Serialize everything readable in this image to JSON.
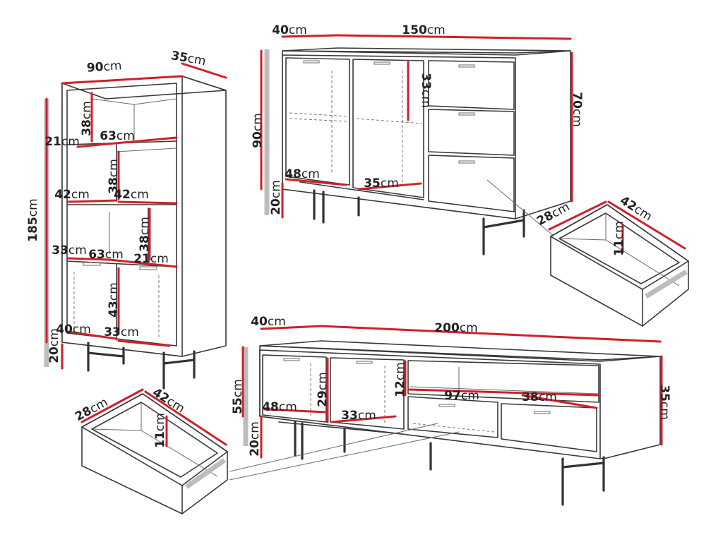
{
  "colors": {
    "dimension_line": "#d0202a",
    "outline": "#3a3a3a"
  },
  "unit": "cm",
  "bookcase": {
    "width": "90",
    "depth": "35",
    "height": "185",
    "legs": "20",
    "top_shelf_height": "38",
    "shelf_depth_left": "21",
    "shelf_width_top": "63",
    "second_shelf_height": "38",
    "second_left_width": "42",
    "second_right_width": "42",
    "third_left_width": "33",
    "third_width": "63",
    "third_height": "38",
    "third_depth": "21",
    "bottom_height": "43",
    "bottom_left_width": "40",
    "bottom_right_width": "33"
  },
  "sideboard": {
    "depth": "40",
    "width": "150",
    "height": "90",
    "body_height": "70",
    "legs": "20",
    "inner_shelf_height": "33",
    "inner_width_left": "48",
    "inner_depth": "35"
  },
  "sideboard_drawer": {
    "depth": "28",
    "width": "42",
    "height": "11"
  },
  "tv_stand": {
    "depth": "40",
    "width": "200",
    "height": "55",
    "body_height": "35",
    "legs": "20",
    "inner_height": "29",
    "open_height": "12",
    "inner_width_left": "48",
    "inner_depth": "33",
    "open_width": "97",
    "open_depth": "38"
  },
  "tv_drawer": {
    "depth": "28",
    "width": "42",
    "height": "11"
  }
}
